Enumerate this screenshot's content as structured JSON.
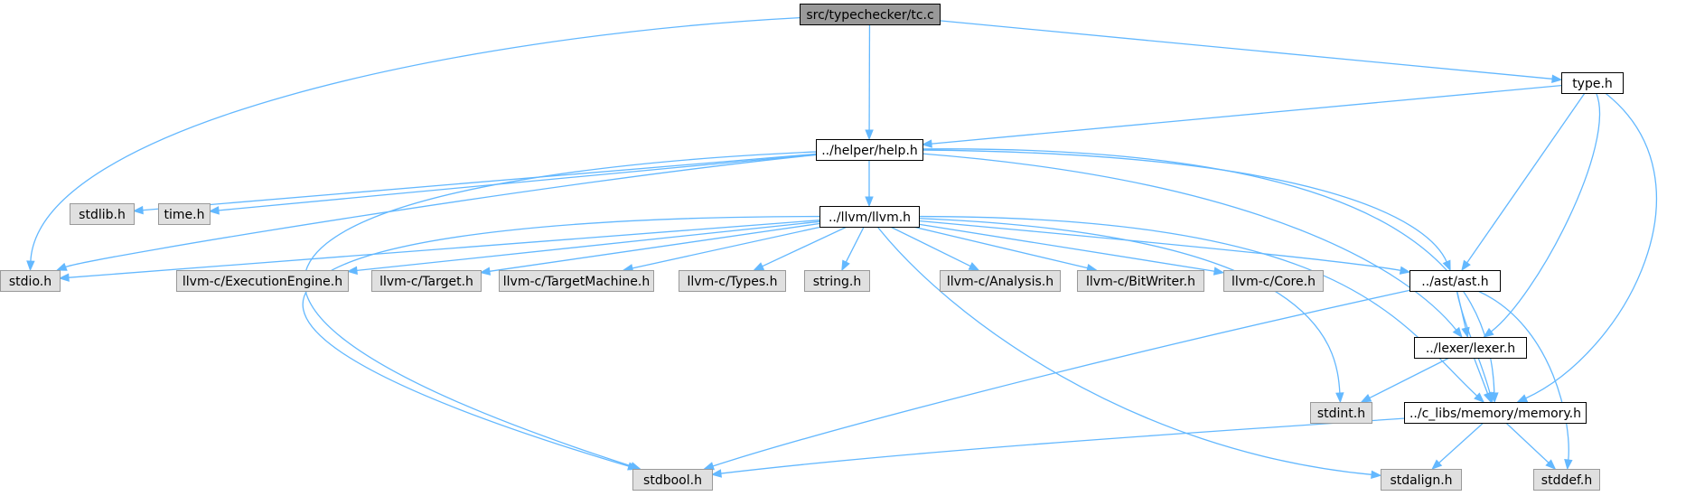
{
  "colors": {
    "edge": "#63b8ff",
    "root_fill": "#999999",
    "project_fill": "#ffffff",
    "system_fill": "#e0e0e0",
    "project_stroke": "#000000",
    "system_stroke": "#999999"
  },
  "nodes": [
    {
      "id": "tc",
      "label": "src/typechecker/tc.c",
      "kind": "root"
    },
    {
      "id": "type",
      "label": "type.h",
      "kind": "project"
    },
    {
      "id": "help",
      "label": "../helper/help.h",
      "kind": "project"
    },
    {
      "id": "stdlib",
      "label": "stdlib.h",
      "kind": "system"
    },
    {
      "id": "time",
      "label": "time.h",
      "kind": "system"
    },
    {
      "id": "llvm",
      "label": "../llvm/llvm.h",
      "kind": "project"
    },
    {
      "id": "stdio",
      "label": "stdio.h",
      "kind": "system"
    },
    {
      "id": "exec",
      "label": "llvm-c/ExecutionEngine.h",
      "kind": "system"
    },
    {
      "id": "target",
      "label": "llvm-c/Target.h",
      "kind": "system"
    },
    {
      "id": "tmach",
      "label": "llvm-c/TargetMachine.h",
      "kind": "system"
    },
    {
      "id": "types",
      "label": "llvm-c/Types.h",
      "kind": "system"
    },
    {
      "id": "string",
      "label": "string.h",
      "kind": "system"
    },
    {
      "id": "analysis",
      "label": "llvm-c/Analysis.h",
      "kind": "system"
    },
    {
      "id": "bitwriter",
      "label": "llvm-c/BitWriter.h",
      "kind": "system"
    },
    {
      "id": "core",
      "label": "llvm-c/Core.h",
      "kind": "system"
    },
    {
      "id": "ast",
      "label": "../ast/ast.h",
      "kind": "project"
    },
    {
      "id": "lexer",
      "label": "../lexer/lexer.h",
      "kind": "project"
    },
    {
      "id": "stdint",
      "label": "stdint.h",
      "kind": "system"
    },
    {
      "id": "memory",
      "label": "../c_libs/memory/memory.h",
      "kind": "project"
    },
    {
      "id": "stdbool",
      "label": "stdbool.h",
      "kind": "system"
    },
    {
      "id": "stdalign",
      "label": "stdalign.h",
      "kind": "system"
    },
    {
      "id": "stddef",
      "label": "stddef.h",
      "kind": "system"
    }
  ],
  "edges": [
    {
      "from": "tc",
      "to": "help"
    },
    {
      "from": "tc",
      "to": "type"
    },
    {
      "from": "tc",
      "to": "stdio"
    },
    {
      "from": "type",
      "to": "help"
    },
    {
      "from": "type",
      "to": "ast"
    },
    {
      "from": "type",
      "to": "lexer"
    },
    {
      "from": "type",
      "to": "memory"
    },
    {
      "from": "help",
      "to": "stdlib"
    },
    {
      "from": "help",
      "to": "time"
    },
    {
      "from": "help",
      "to": "stdio"
    },
    {
      "from": "help",
      "to": "llvm"
    },
    {
      "from": "help",
      "to": "stdbool"
    },
    {
      "from": "help",
      "to": "ast"
    },
    {
      "from": "help",
      "to": "lexer"
    },
    {
      "from": "help",
      "to": "memory"
    },
    {
      "from": "llvm",
      "to": "stdio"
    },
    {
      "from": "llvm",
      "to": "exec"
    },
    {
      "from": "llvm",
      "to": "target"
    },
    {
      "from": "llvm",
      "to": "tmach"
    },
    {
      "from": "llvm",
      "to": "types"
    },
    {
      "from": "llvm",
      "to": "string"
    },
    {
      "from": "llvm",
      "to": "analysis"
    },
    {
      "from": "llvm",
      "to": "bitwriter"
    },
    {
      "from": "llvm",
      "to": "core"
    },
    {
      "from": "llvm",
      "to": "ast"
    },
    {
      "from": "llvm",
      "to": "stdint"
    },
    {
      "from": "llvm",
      "to": "memory"
    },
    {
      "from": "llvm",
      "to": "stdalign"
    },
    {
      "from": "llvm",
      "to": "stdbool"
    },
    {
      "from": "ast",
      "to": "lexer"
    },
    {
      "from": "ast",
      "to": "memory"
    },
    {
      "from": "ast",
      "to": "stdbool"
    },
    {
      "from": "ast",
      "to": "stddef"
    },
    {
      "from": "lexer",
      "to": "stdint"
    },
    {
      "from": "lexer",
      "to": "memory"
    },
    {
      "from": "memory",
      "to": "stdbool"
    },
    {
      "from": "memory",
      "to": "stdalign"
    },
    {
      "from": "memory",
      "to": "stddef"
    }
  ]
}
